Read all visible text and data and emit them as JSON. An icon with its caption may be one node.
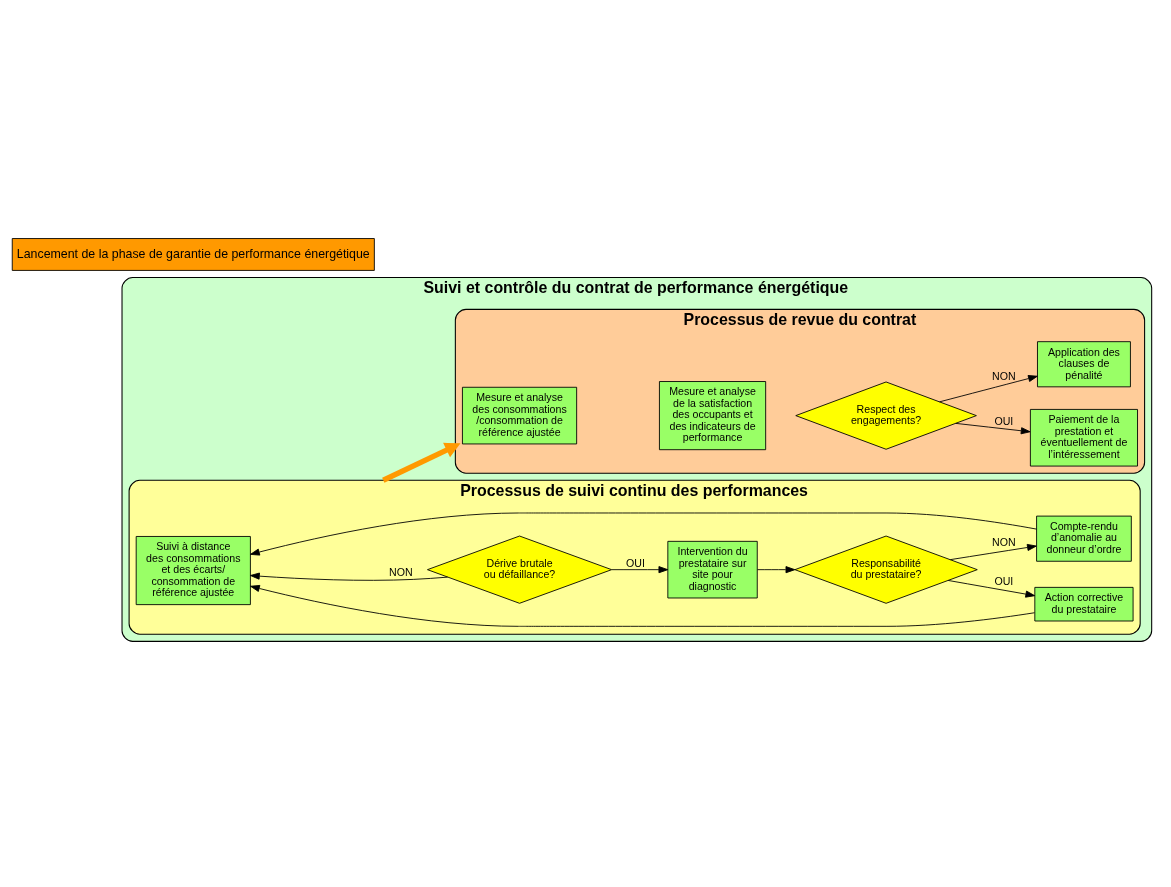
{
  "diagram": {
    "nodes": [
      {
        "text": [
          "Lancement de la phase de garantie de performance énergétique"
        ]
      },
      {
        "text": [
          "Suivi et contrôle du contrat de performance énergétique"
        ]
      },
      {
        "text": [
          "Processus de revue du contrat"
        ],
        "in": 1
      },
      {
        "text": [
          "Mesure et analyse des consommations /consommation de référence ajustée"
        ],
        "in": 2
      },
      {
        "text": [
          "Mesure et analyse de la satisfaction des occupants et des indicateurs de performance"
        ],
        "in": 2
      },
      {
        "text": [
          "Respect des engagements?"
        ],
        "in": 2
      },
      {
        "text": [
          "Paiement de la prestation et éventuellement de l’intéressement"
        ],
        "in": 2
      },
      {
        "text": [
          "Application des clauses de pénalité"
        ],
        "in": 2
      },
      {
        "text": [
          "Processus de suivi continu des performances"
        ],
        "in": 1
      },
      {
        "text": [
          "Suivi à distance des consommations et des écarts/ consommation de référence ajustée"
        ],
        "in": 8
      },
      {
        "text": [
          "Dérive brutale ou défaillance?"
        ],
        "in": 8
      },
      {
        "text": [
          "Intervention du prestataire sur site pour diagnostic"
        ],
        "in": 8
      },
      {
        "text": [
          "Responsabilité du prestataire?"
        ],
        "in": 8
      },
      {
        "text": [
          "Action corrective du prestataire"
        ],
        "in": 8
      },
      {
        "text": [
          "Compte-rendu d’anomalie au donneur d’ordre"
        ],
        "in": 8
      }
    ],
    "edges": [
      {
        "from": 5,
        "to": 6,
        "arrow": "to",
        "label": "OUI"
      },
      {
        "from": 5,
        "to": 7,
        "arrow": "to",
        "label": "NON"
      },
      {
        "from": 8,
        "to": 2,
        "arrow": "to",
        "style": "thick",
        "color": "#ff9900"
      },
      {
        "from": 10,
        "to": 11,
        "arrow": "to",
        "label": "OUI"
      },
      {
        "from": 11,
        "to": 12,
        "arrow": "to"
      },
      {
        "from": 12,
        "to": 13,
        "arrow": "to",
        "label": "OUI"
      },
      {
        "from": 10,
        "to": 9,
        "arrow": "to",
        "label": "NON"
      },
      {
        "from": 12,
        "to": 14,
        "arrow": "to",
        "label": "NON"
      },
      {
        "from": 13,
        "to": 9,
        "arrow": "to"
      },
      {
        "from": 14,
        "to": 9,
        "arrow": "to"
      }
    ]
  }
}
